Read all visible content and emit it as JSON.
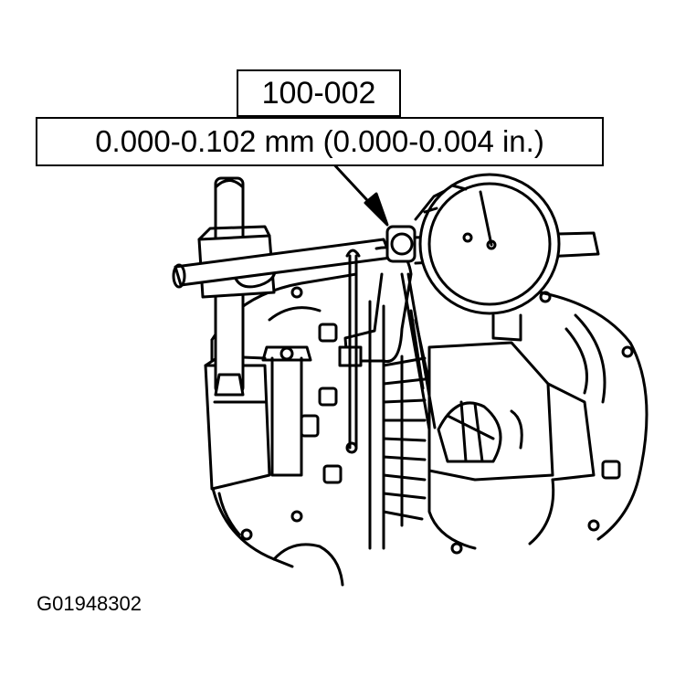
{
  "callout": {
    "tool_number": "100-002",
    "specification": "0.000-0.102 mm (0.000-0.004 in.)"
  },
  "figure_id": "G01948302",
  "colors": {
    "line": "#000000",
    "background": "#ffffff"
  },
  "icons": [
    "dial-indicator-icon",
    "magnetic-base-icon",
    "differential-case-icon"
  ]
}
